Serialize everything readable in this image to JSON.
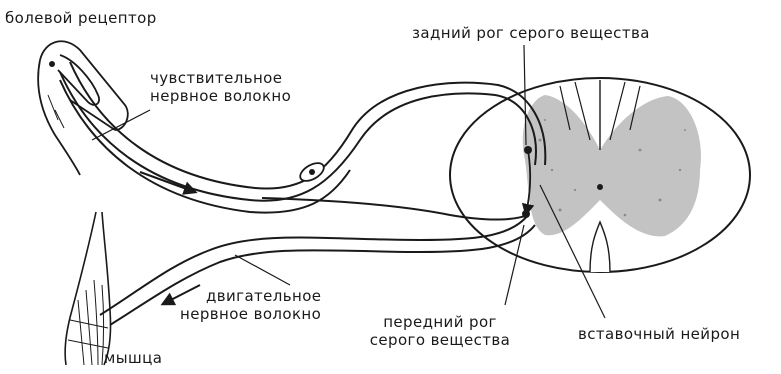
{
  "labels": {
    "pain_receptor": "болевой рецептор",
    "sensory_fiber_line1": "чувствительное",
    "sensory_fiber_line2": "нервное волокно",
    "dorsal_horn": "задний рог серого вещества",
    "motor_fiber_line1": "двигательное",
    "motor_fiber_line2": "нервное волокно",
    "ventral_horn_line1": "передний рог",
    "ventral_horn_line2": "серого вещества",
    "interneuron": "вставочный нейрон",
    "muscle": "мышца"
  },
  "colors": {
    "ink": "#1a1a1a",
    "grey_matter": "#b8b8b8",
    "background": "#ffffff"
  }
}
